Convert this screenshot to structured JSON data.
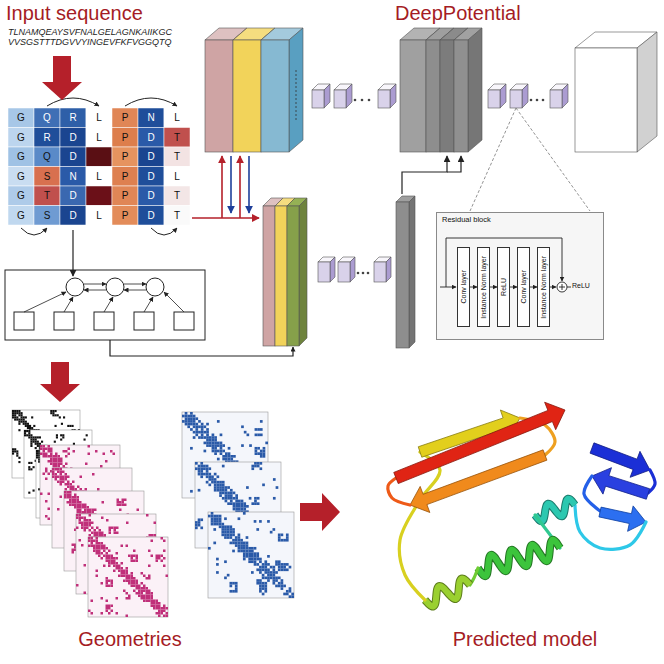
{
  "diagram": {
    "nodes": [
      {
        "text": [
          "Residual block"
        ]
      },
      {
        "text": [
          "Conv layer"
        ],
        "in": 0
      },
      {
        "text": [
          "Instance Norm layer"
        ],
        "in": 0
      },
      {
        "text": [
          "ReLU"
        ],
        "in": 0
      },
      {
        "text": [
          "Conv layer"
        ],
        "in": 0
      },
      {
        "text": [
          "Instance Norm layer"
        ],
        "in": 0
      }
    ],
    "edges": [
      {
        "from": 1,
        "to": 2,
        "arrow": "to"
      },
      {
        "from": 2,
        "to": 3,
        "arrow": "to"
      },
      {
        "from": 3,
        "to": 4,
        "arrow": "to"
      },
      {
        "from": 4,
        "to": 5,
        "arrow": "to"
      }
    ],
    "labels": [
      "Input sequence",
      "TLNAMQEAYSVFNALGELAGNKAIIKGC VVSGSTTTDGVVYINGEVFKFVGGQTQ",
      "G",
      "Q",
      "R",
      "L",
      "P",
      "N",
      "L",
      "G",
      "R",
      "D",
      "L",
      "P",
      "D",
      "T",
      "G",
      "Q",
      "D",
      "P",
      "D",
      "T",
      "G",
      "S",
      "N",
      "L",
      "P",
      "D",
      "L",
      "G",
      "T",
      "D",
      "P",
      "D",
      "T",
      "G",
      "S",
      "D",
      "L",
      "P",
      "D",
      "T",
      "DeepPotential",
      "ReLU",
      "Geometries",
      "Predicted model"
    ]
  }
}
